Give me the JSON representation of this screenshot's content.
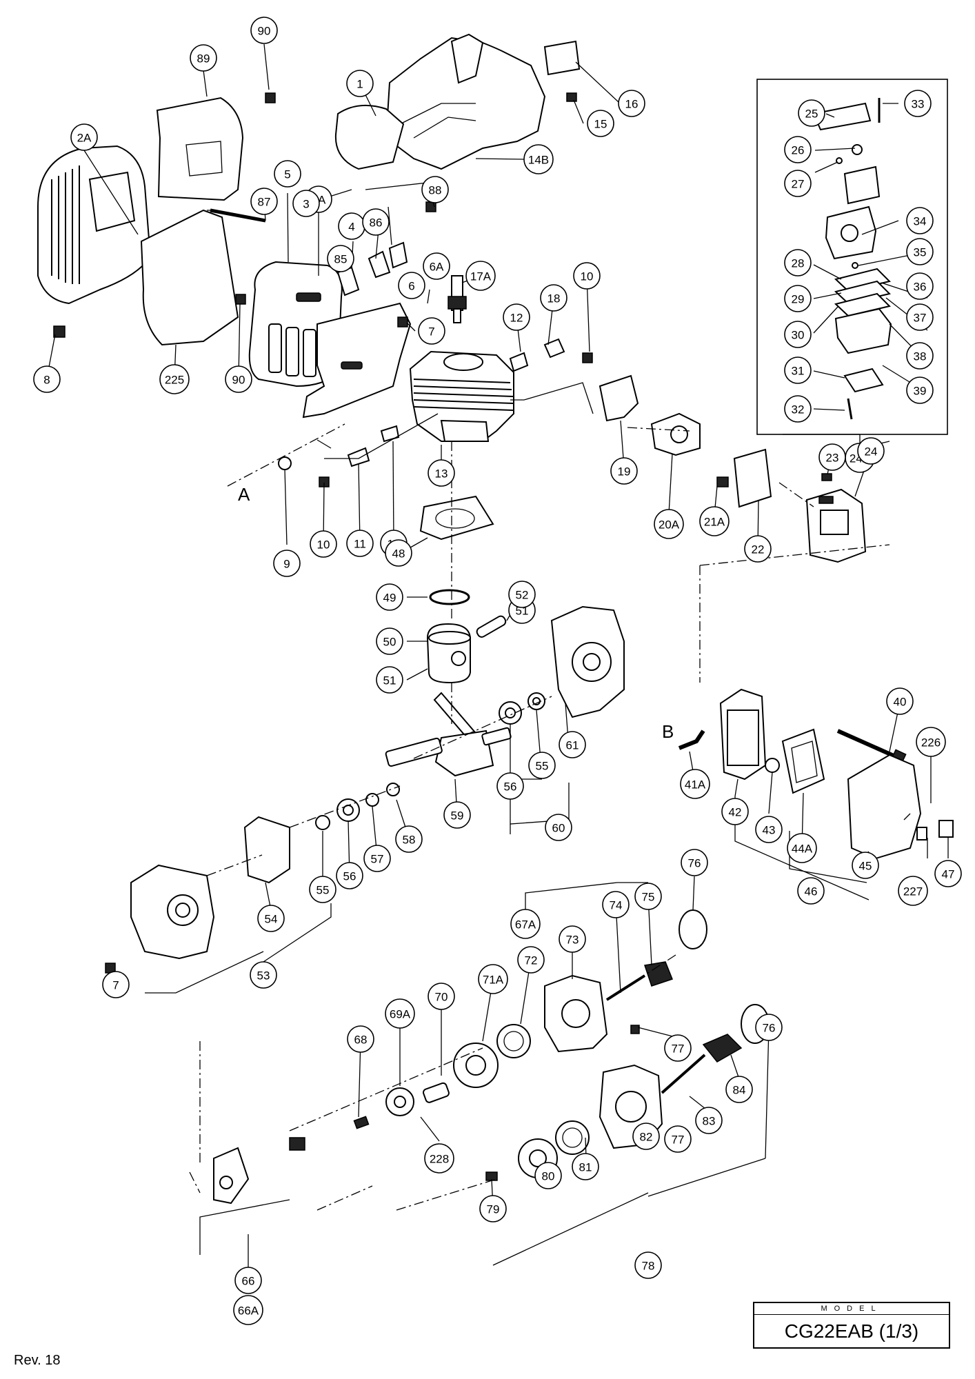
{
  "model": {
    "label": "MODEL",
    "name": "CG22EAB (1/3)"
  },
  "revision": "Rev. 18",
  "letters": [
    "A",
    "B"
  ],
  "callouts": [
    "90",
    "89",
    "1",
    "16",
    "2A",
    "15",
    "14B",
    "25",
    "33",
    "26",
    "27",
    "5",
    "5A",
    "88",
    "87",
    "3",
    "4",
    "86",
    "85",
    "34",
    "35",
    "6A",
    "28",
    "36",
    "17A",
    "10",
    "6",
    "29",
    "18",
    "12",
    "7",
    "37",
    "30",
    "38",
    "8",
    "225",
    "90",
    "31",
    "39",
    "32",
    "19",
    "13",
    "24A",
    "23",
    "24",
    "A",
    "9",
    "10",
    "11",
    "12",
    "20A",
    "21A",
    "22",
    "48",
    "51",
    "52",
    "49",
    "50",
    "51",
    "40",
    "226",
    "61",
    "55",
    "56",
    "59",
    "41A",
    "42",
    "43",
    "44A",
    "45",
    "47",
    "46",
    "227",
    "58",
    "57",
    "55",
    "56",
    "60",
    "54",
    "53",
    "7",
    "76",
    "67A",
    "75",
    "74",
    "73",
    "72",
    "71A",
    "70",
    "69A",
    "68",
    "77",
    "228",
    "76",
    "84",
    "83",
    "82",
    "77",
    "81",
    "80",
    "79",
    "78",
    "66",
    "66A"
  ]
}
